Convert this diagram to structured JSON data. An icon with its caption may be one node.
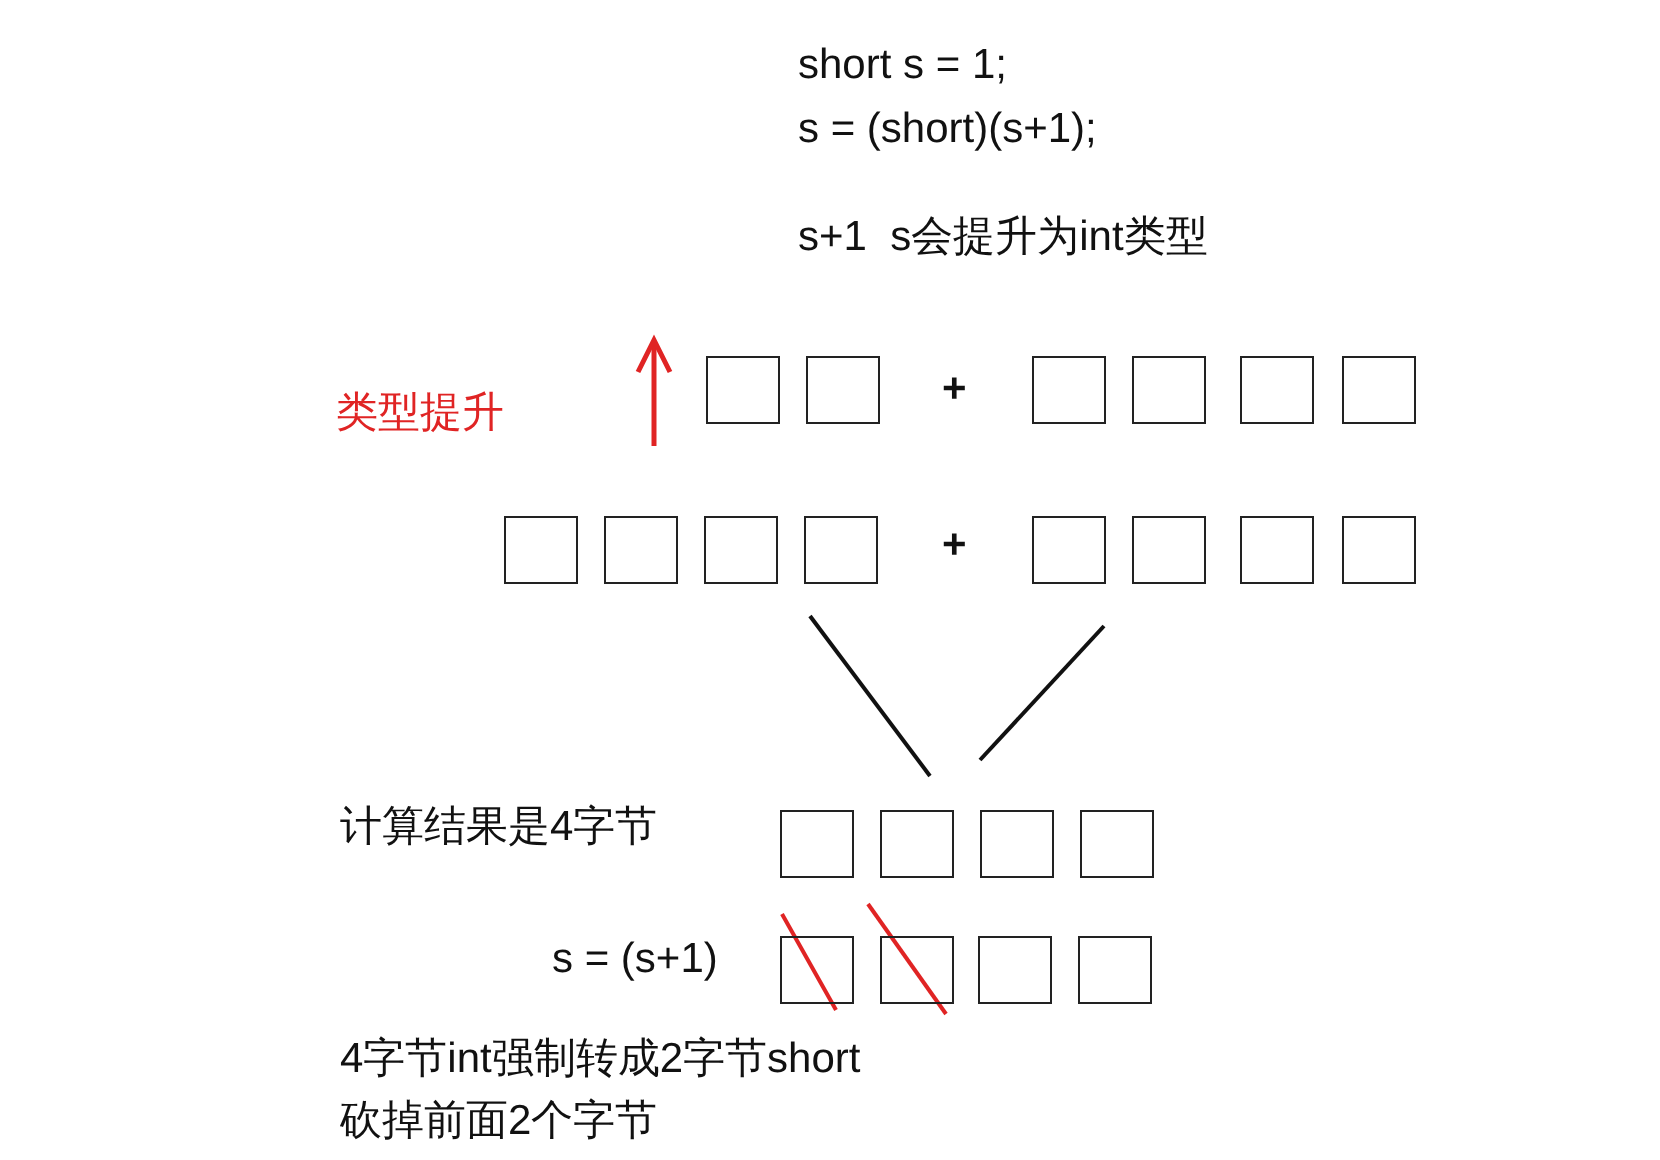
{
  "diagram": {
    "nodes": [
      {
        "text": [],
        "shape": "box"
      },
      {
        "text": [],
        "shape": "box"
      },
      {
        "text": [],
        "shape": "box"
      },
      {
        "text": [],
        "shape": "box"
      },
      {
        "text": [],
        "shape": "box"
      },
      {
        "text": [],
        "shape": "box"
      },
      {
        "text": [],
        "shape": "box"
      },
      {
        "text": [],
        "shape": "box"
      },
      {
        "text": [],
        "shape": "box"
      },
      {
        "text": [],
        "shape": "box"
      },
      {
        "text": [],
        "shape": "box"
      },
      {
        "text": [],
        "shape": "box"
      },
      {
        "text": [],
        "shape": "box"
      },
      {
        "text": [],
        "shape": "box"
      },
      {
        "text": [],
        "shape": "box"
      },
      {
        "text": [],
        "shape": "box"
      },
      {
        "text": [],
        "shape": "box"
      },
      {
        "text": [],
        "shape": "box"
      },
      {
        "text": [],
        "shape": "box"
      },
      {
        "text": [],
        "shape": "box"
      },
      {
        "text": [],
        "shape": "box"
      },
      {
        "text": [],
        "shape": "box"
      }
    ],
    "labels": [
      "short s = 1;",
      "s = (short)(s+1);",
      "s+1  s会提升为int类型",
      "类型提升",
      "+",
      "+",
      "计算结果是4字节",
      "s = (s+1)",
      "4字节int强制转成2字节short",
      "砍掉前面2个字节"
    ]
  }
}
